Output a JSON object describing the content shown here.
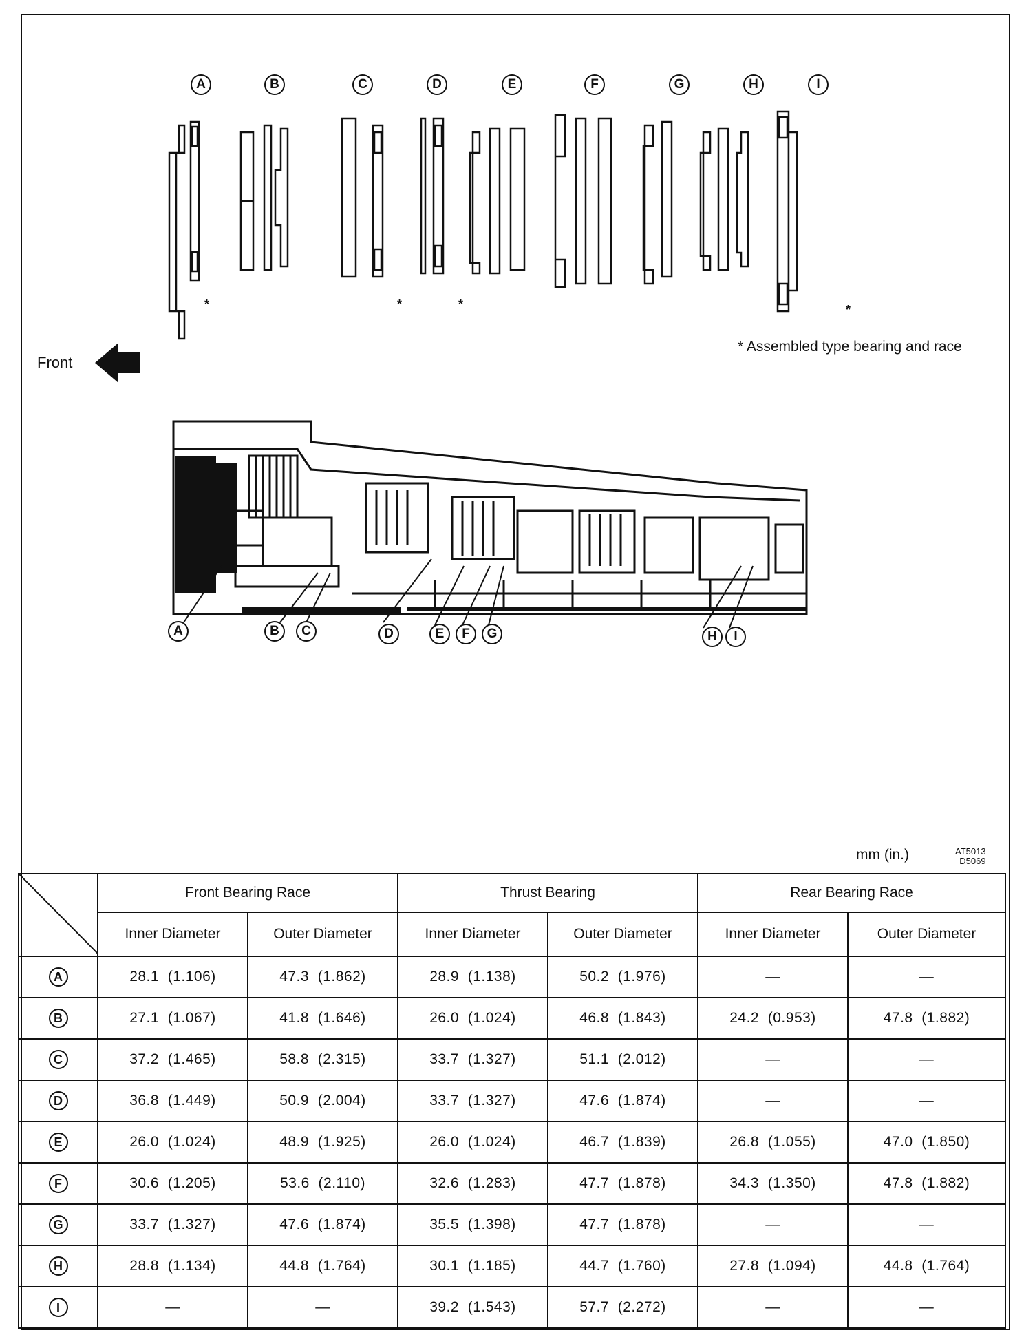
{
  "parts_labels": [
    "A",
    "B",
    "C",
    "D",
    "E",
    "F",
    "G",
    "H",
    "I"
  ],
  "section_labels": [
    "A",
    "B",
    "C",
    "D",
    "E",
    "F",
    "G",
    "H",
    "I"
  ],
  "asterisk": "*",
  "note": "* Assembled type bearing and race",
  "front_label": "Front",
  "units": "mm (in.)",
  "figure_code": [
    "AT5013",
    "D5069"
  ],
  "table": {
    "groups": [
      "Front Bearing Race",
      "Thrust Bearing",
      "Rear Bearing Race"
    ],
    "subheaders": [
      "Inner Diameter",
      "Outer Diameter",
      "Inner Diameter",
      "Outer Diameter",
      "Inner Diameter",
      "Outer Diameter"
    ],
    "rows": [
      {
        "key": "A",
        "cells": [
          "28.1  (1.106)",
          "47.3  (1.862)",
          "28.9  (1.138)",
          "50.2  (1.976)",
          "—",
          "—"
        ]
      },
      {
        "key": "B",
        "cells": [
          "27.1  (1.067)",
          "41.8  (1.646)",
          "26.0  (1.024)",
          "46.8  (1.843)",
          "24.2  (0.953)",
          "47.8  (1.882)"
        ]
      },
      {
        "key": "C",
        "cells": [
          "37.2  (1.465)",
          "58.8  (2.315)",
          "33.7  (1.327)",
          "51.1  (2.012)",
          "—",
          "—"
        ]
      },
      {
        "key": "D",
        "cells": [
          "36.8  (1.449)",
          "50.9  (2.004)",
          "33.7  (1.327)",
          "47.6  (1.874)",
          "—",
          "—"
        ]
      },
      {
        "key": "E",
        "cells": [
          "26.0  (1.024)",
          "48.9  (1.925)",
          "26.0  (1.024)",
          "46.7  (1.839)",
          "26.8  (1.055)",
          "47.0  (1.850)"
        ]
      },
      {
        "key": "F",
        "cells": [
          "30.6  (1.205)",
          "53.6  (2.110)",
          "32.6  (1.283)",
          "47.7  (1.878)",
          "34.3  (1.350)",
          "47.8  (1.882)"
        ]
      },
      {
        "key": "G",
        "cells": [
          "33.7  (1.327)",
          "47.6  (1.874)",
          "35.5  (1.398)",
          "47.7  (1.878)",
          "—",
          "—"
        ]
      },
      {
        "key": "H",
        "cells": [
          "28.8  (1.134)",
          "44.8  (1.764)",
          "30.1  (1.185)",
          "44.7  (1.760)",
          "27.8  (1.094)",
          "44.8  (1.764)"
        ]
      },
      {
        "key": "I",
        "cells": [
          "—",
          "—",
          "39.2  (1.543)",
          "57.7  (2.272)",
          "—",
          "—"
        ]
      }
    ]
  }
}
